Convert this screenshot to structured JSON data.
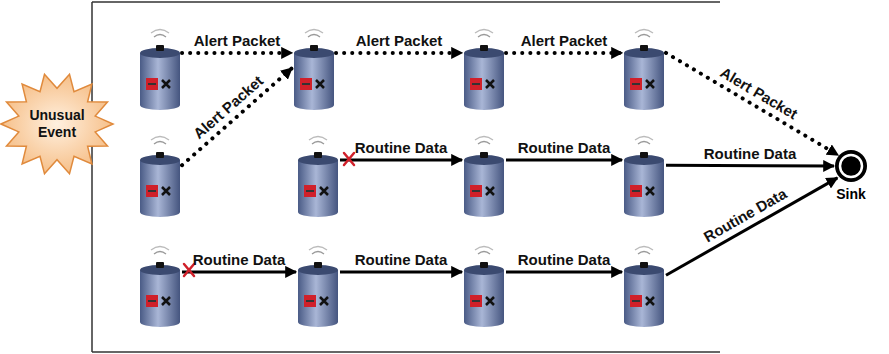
{
  "diagram": {
    "nodes": [
      {
        "text": [
          "Unusual Event"
        ]
      },
      {
        "text": []
      },
      {
        "text": []
      },
      {
        "text": []
      },
      {
        "text": []
      },
      {
        "text": []
      },
      {
        "text": []
      },
      {
        "text": []
      },
      {
        "text": []
      },
      {
        "text": []
      },
      {
        "text": []
      },
      {
        "text": []
      },
      {
        "text": []
      },
      {
        "text": [
          "Sink"
        ]
      }
    ],
    "edges": [
      {
        "from": 1,
        "to": 2,
        "label": "Alert Packet",
        "arrow": "to"
      },
      {
        "from": 5,
        "to": 2,
        "label": "Alert Packet",
        "arrow": "to"
      },
      {
        "from": 2,
        "to": 3,
        "label": "Alert Packet",
        "arrow": "to"
      },
      {
        "from": 3,
        "to": 4,
        "label": "Alert Packet",
        "arrow": "to"
      },
      {
        "from": 4,
        "to": 13,
        "label": "Alert Packet",
        "arrow": "to"
      },
      {
        "from": 6,
        "to": 7,
        "label": "Routine Data",
        "arrow": "to"
      },
      {
        "from": 7,
        "to": 8,
        "label": "Routine Data",
        "arrow": "to"
      },
      {
        "from": 8,
        "to": 13,
        "label": "Routine Data",
        "arrow": "to"
      },
      {
        "from": 9,
        "to": 10,
        "label": "Routine Data",
        "arrow": "to"
      },
      {
        "from": 10,
        "to": 11,
        "label": "Routine Data",
        "arrow": "to"
      },
      {
        "from": 11,
        "to": 12,
        "label": "Routine Data",
        "arrow": "to"
      },
      {
        "from": 12,
        "to": 13,
        "label": "Routine Data",
        "arrow": "to"
      }
    ]
  }
}
